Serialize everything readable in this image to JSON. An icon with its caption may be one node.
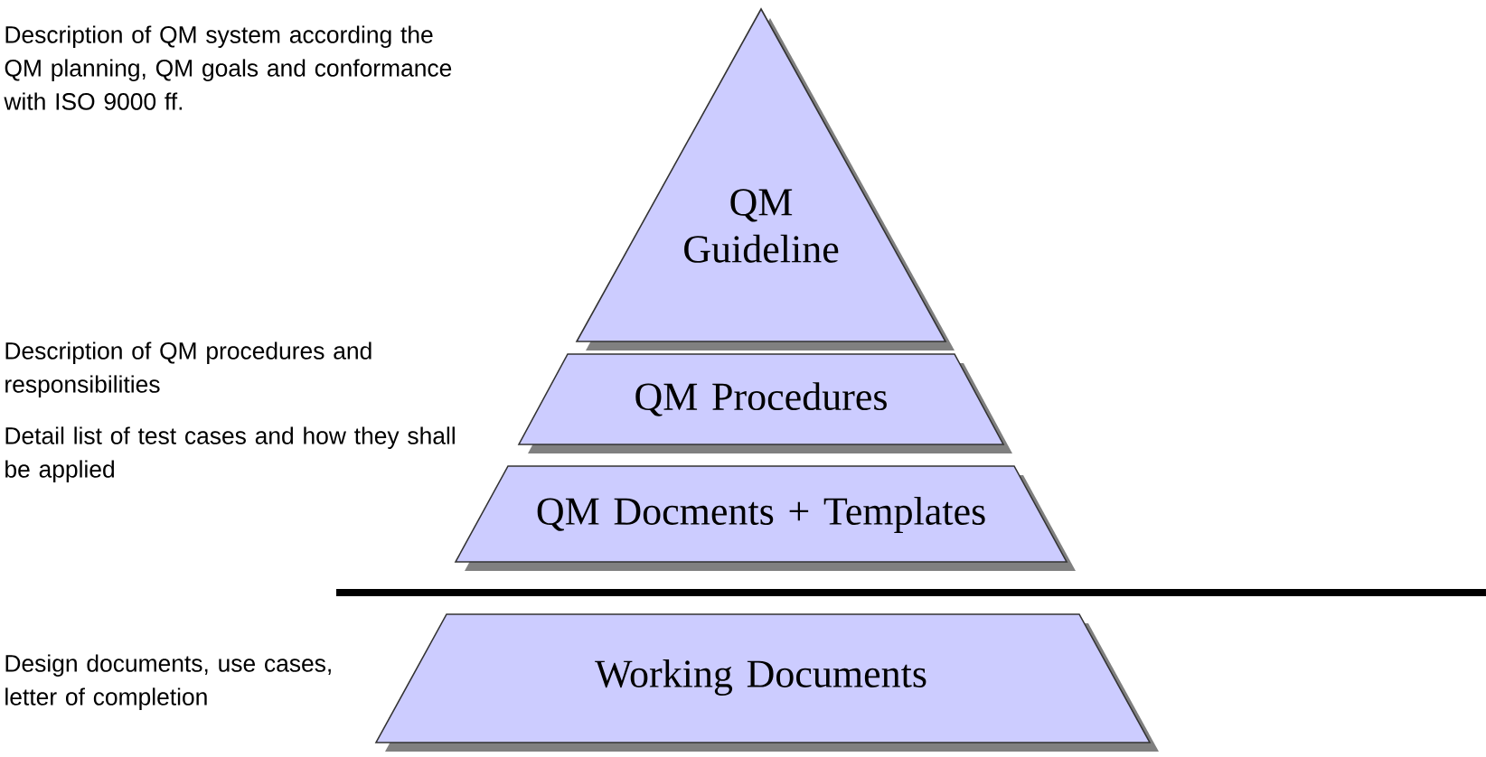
{
  "diagram": {
    "nodes": [
      {
        "text": [
          "QM Guideline"
        ]
      },
      {
        "text": [
          "QM Procedures"
        ]
      },
      {
        "text": [
          "QM Docments + Templates"
        ]
      },
      {
        "text": [
          "Working Documents"
        ]
      }
    ],
    "labels": [
      "Description of QM system according the QM planning, QM goals and conformance with ISO 9000 ff.",
      "Description of QM procedures and responsibilities",
      "Detail list of test cases and how they shall be applied",
      "Design documents, use cases, letter of completion"
    ]
  }
}
